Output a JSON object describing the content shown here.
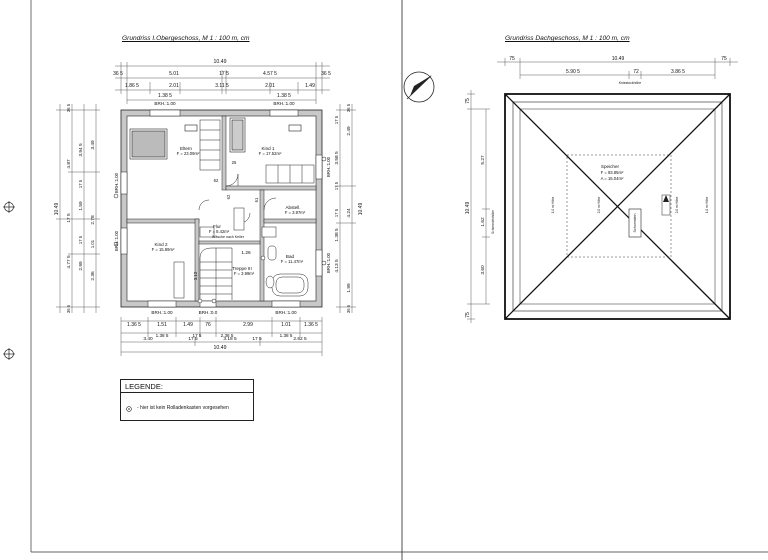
{
  "titles": {
    "left": "Grundriss I.Obergeschoss, M 1 : 100 m, cm",
    "right": "Grundriss Dachgeschoss, M 1 : 100 m, cm"
  },
  "plan_left": {
    "top_total": "10.49",
    "top_row1": [
      "36 5",
      "5.01",
      "17 5",
      "4.57 5",
      "36 5"
    ],
    "top_row2": [
      "1.86 5",
      "2.01",
      "3.11 5",
      "2.01",
      "1.49"
    ],
    "top_row3": [
      "1.38 5",
      "1.38 5"
    ],
    "window_labels_top": [
      "BRH.:1.00",
      "BRH.:1.00"
    ],
    "window_labels_bottom": [
      "BRH.:1.00",
      "BRH.:0.0",
      "BRH.:1.00"
    ],
    "side_labels": [
      "BRH.:1.00",
      "BRH.:1.00",
      "BRH.:1.00",
      "BRH.:1.00"
    ],
    "bottom_row1": [
      "1.36 5",
      "1.51",
      "1.49",
      "76",
      "2.99",
      "1.01",
      "1.36 5"
    ],
    "bottom_row2": [
      "1.38 5",
      "17 5",
      "2.36 5",
      "1.38 5"
    ],
    "bottom_row3": [
      "3.40",
      "17 5",
      "3.18 5",
      "17 5",
      "2.82 5"
    ],
    "bottom_total": "10.49",
    "left_total": "10.49",
    "left_col1": [
      "4.87",
      "17 5",
      "4.77 5"
    ],
    "left_col2": [
      "3.94 5",
      "1.59",
      "2.99"
    ],
    "left_col3": [
      "3.49",
      "2.78",
      "2.36"
    ],
    "left_small": [
      "36 5",
      "17 5",
      "17 5",
      "1.01",
      "36 5"
    ],
    "right_total": "10.49",
    "right_col1": [
      "2.49",
      "4.24",
      "1.99"
    ],
    "right_col2": [
      "3.58 5",
      "1.38 5",
      "4.13 5"
    ],
    "right_small": [
      "36 5",
      "17 5",
      "17 5",
      "17 5",
      "36 5"
    ],
    "rooms": [
      {
        "name": "Eltern",
        "area": "F = 23.09m²"
      },
      {
        "name": "Kind 1",
        "area": "F = 17.52m²"
      },
      {
        "name": "Abstell.",
        "area": "F = 3.97m²"
      },
      {
        "name": "Flur",
        "area": "F = 8.42m²"
      },
      {
        "name": "Kind 2",
        "area": "F = 15.89m²"
      },
      {
        "name": "Bad",
        "area": "F = 11.47m²"
      },
      {
        "name": "Treppe III",
        "area": "F = 3.99m²"
      }
    ],
    "small_labels": [
      "Wäsche nach Keller",
      "1.26",
      "3.12",
      "62",
      "62",
      "25",
      "61"
    ]
  },
  "plan_right": {
    "top_row1": [
      "75",
      "10.49",
      "75"
    ],
    "top_row2": [
      "5.90 5",
      "72",
      "3.86 5"
    ],
    "top_small": "Kniestockhöhe",
    "left_col1": [
      "75",
      "10.49",
      "75"
    ],
    "left_col2": [
      "5.27",
      "1.62",
      "3.60"
    ],
    "left_small": "Schornsteinhöhe",
    "room": {
      "name": "Speicher",
      "area": "F = 93.85m²",
      "extra": "A = 15.04m²"
    },
    "chimney_label": "Schornstein",
    "mid_labels": [
      "1.0 m Höhe",
      "2.0 m Höhe",
      "2.0 m Höhe",
      "1.0 m Höhe"
    ]
  },
  "legend": {
    "title": "LEGENDE:",
    "item": "- hier ist kein Rolladenkasten vorgesehen"
  }
}
